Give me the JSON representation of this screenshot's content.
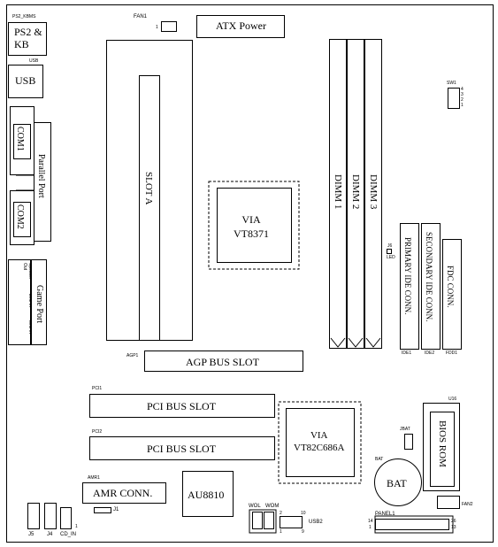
{
  "labels": {
    "ps2_top": "PS2_KBMS",
    "ps2": "PS2 &\nKB",
    "usb_top": "USB",
    "usb": "USB",
    "com1": "COM1",
    "com2": "COM2",
    "parallel": "Parallel Port",
    "speaker": "Speaker Out",
    "line_in": "Line In",
    "mic_in": "MIC In",
    "game_port": "Game Port",
    "fan1": "FAN1",
    "fan1_pin": "1",
    "atx_power": "ATX Power",
    "slot_a": "SLOT  A",
    "via_cpu": "VIA\nVT8371",
    "dimm1": "DIMM 1",
    "dimm2": "DIMM 2",
    "dimm3": "DIMM 3",
    "sw1": "SW1",
    "sw1_pins": [
      "4",
      "3",
      "2",
      "1"
    ],
    "j6": "J6",
    "led": "LED",
    "primary_ide": "PRIMARY IDE CONN.",
    "secondary_ide": "SECONDARY IDE CONN.",
    "fdc": "FDC CONN.",
    "ide1": "IDE1",
    "ide2": "IDE2",
    "fdd1": "FDD1",
    "agp1": "AGP1",
    "agp_bus_slot": "AGP BUS SLOT",
    "pci1": "PCI1",
    "pci2": "PCI2",
    "pci_bus_slot_1": "PCI BUS SLOT",
    "pci_bus_slot_2": "PCI BUS SLOT",
    "via_south": "VIA\nVT82C686A",
    "u16": "U16",
    "bios_rom": "BIOS ROM",
    "jbat": "JBAT",
    "bat_small": "BAT",
    "bat": "BAT",
    "fan2": "FAN2",
    "amr1": "AMR1",
    "amr_conn": "AMR CONN.",
    "au8810": "AU8810",
    "j1": "J1",
    "j5": "J5",
    "j4": "J4",
    "cd_in": "CD_IN",
    "cd_pin": "1",
    "wol": "WOL",
    "wom": "WOM",
    "usb2": "USB2",
    "usb2_pins": [
      "2",
      "1",
      "10",
      "9"
    ],
    "panel1": "PANEL1",
    "panel_pins": [
      "14",
      "1",
      "26",
      "13"
    ]
  }
}
